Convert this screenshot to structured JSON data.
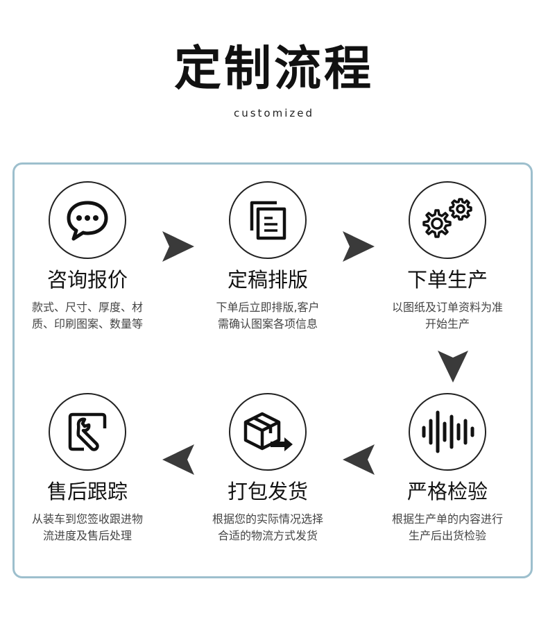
{
  "header": {
    "title": "定制流程",
    "subtitle": "customized"
  },
  "steps": [
    {
      "title": "咨询报价",
      "desc": "款式、尺寸、厚度、材质、印刷图案、数量等",
      "icon": "chat-bubble-icon"
    },
    {
      "title": "定稿排版",
      "desc": "下单后立即排版,客户需确认图案各项信息",
      "icon": "documents-icon"
    },
    {
      "title": "下单生产",
      "desc": "以图纸及订单资料为准开始生产",
      "icon": "gears-icon"
    },
    {
      "title": "严格检验",
      "desc": "根据生产单的内容进行生产后出货检验",
      "icon": "sound-wave-icon"
    },
    {
      "title": "打包发货",
      "desc": "根据您的实际情况选择合适的物流方式发货",
      "icon": "package-arrow-icon"
    },
    {
      "title": "售后跟踪",
      "desc": "从装车到您签收跟进物流进度及售后处理",
      "icon": "wrench-icon"
    }
  ],
  "colors": {
    "panel_border": "#9dbfcd",
    "arrow": "#3a3a3a",
    "text": "#111111"
  }
}
